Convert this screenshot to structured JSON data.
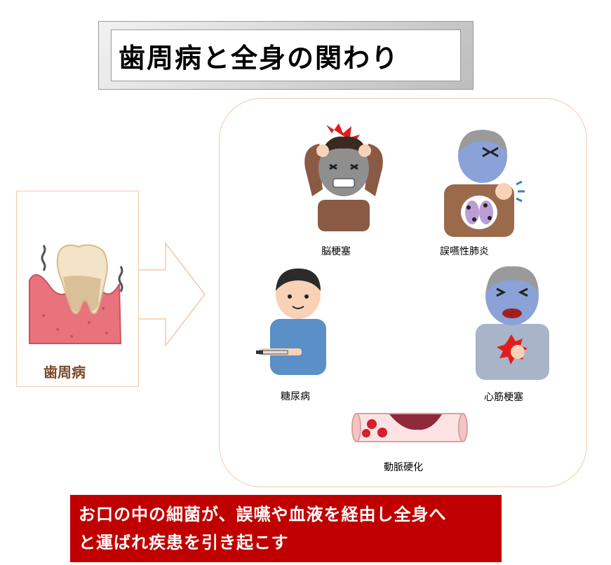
{
  "title": "歯周病と全身の関わり",
  "source": {
    "label": "歯周病"
  },
  "diseases": {
    "stroke": "脳梗塞",
    "aspiration_pneumonia": "誤嚥性肺炎",
    "diabetes": "糖尿病",
    "myocardial_infarction": "心筋梗塞",
    "arteriosclerosis": "動脈硬化"
  },
  "banner": {
    "line1": "お口の中の細菌が、誤嚥や血液を経由し全身へ",
    "line2": "と運ばれ疾患を引き起こす"
  },
  "colors": {
    "banner_bg": "#c00000",
    "panel_border": "#f3c9a8",
    "label_brown": "#7a4a2a"
  }
}
